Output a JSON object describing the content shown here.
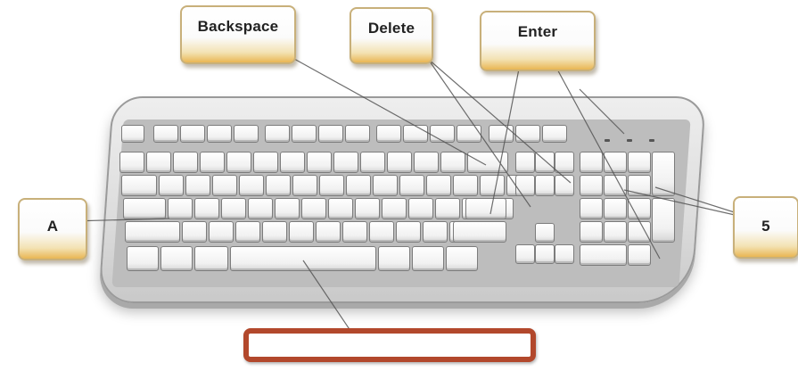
{
  "labels": {
    "backspace": "Backspace",
    "delete": "Delete",
    "enter": "Enter",
    "a": "A",
    "five": "5",
    "answer": ""
  },
  "colors": {
    "label_accent": "#e9b654",
    "answer_border": "#b2482c",
    "keyboard_body": "#dcdcdc"
  }
}
